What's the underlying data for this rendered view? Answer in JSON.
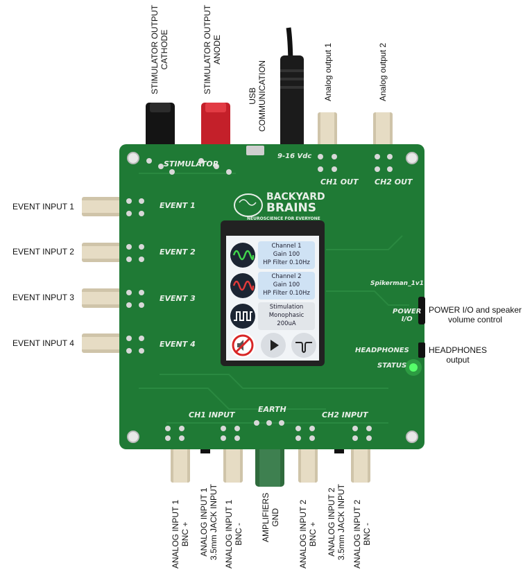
{
  "labels": {
    "stim_cathode": [
      "STIMULATOR OUTPUT",
      "CATHODE"
    ],
    "stim_anode": [
      "STIMULATOR OUTPUT",
      "ANODE"
    ],
    "usb": [
      "USB",
      "COMMUNICATION"
    ],
    "analog_out_1": "Analog output 1",
    "analog_out_2": "Analog output 2",
    "event_1": "EVENT INPUT 1",
    "event_2": "EVENT INPUT 2",
    "event_3": "EVENT INPUT 3",
    "event_4": "EVENT INPUT 4",
    "power": [
      "POWER I/O and speaker",
      "volume control"
    ],
    "headphones": [
      "HEADPHONES",
      "output"
    ],
    "ai1_bnc_plus": [
      "ANALOG INPUT 1",
      "BNC +"
    ],
    "ai1_jack": [
      "ANALOG INPUT 1",
      "3.5mm JACK INPUT"
    ],
    "ai1_bnc_minus": [
      "ANALOG INPUT 1",
      "BNC -"
    ],
    "amp_gnd": [
      "AMPLIFIERS",
      "GND"
    ],
    "ai2_bnc_plus": [
      "ANALOG INPUT 2",
      "BNC +"
    ],
    "ai2_jack": [
      "ANALOG INPUT 2",
      "3.5mm JACK INPUT"
    ],
    "ai2_bnc_minus": [
      "ANALOG INPUT 2",
      "BNC -"
    ]
  },
  "board": {
    "brand_top": "BACKYARD",
    "brand_bottom": "BRAINS",
    "tagline": "NEUROSCIENCE FOR EVERYONE",
    "stimulator": "STIMULATOR",
    "voltage": "9-16 Vdc",
    "ch1_out": "CH1 OUT",
    "ch2_out": "CH2 OUT",
    "event_1": "EVENT 1",
    "event_2": "EVENT 2",
    "event_3": "EVENT 3",
    "event_4": "EVENT 4",
    "model": "Spikerman_1v1",
    "power_io": [
      "POWER",
      "I/O"
    ],
    "headphones": "HEADPHONES",
    "status": "STATUS",
    "ch1_input": "CH1 INPUT",
    "ch2_input": "CH2 INPUT",
    "earth": "EARTH"
  },
  "screen": {
    "channel1": [
      "Channel 1",
      "Gain 100",
      "HP Filter 0.10Hz"
    ],
    "channel2": [
      "Channel 2",
      "Gain 100",
      "HP Filter 0.10Hz"
    ],
    "stimulation": [
      "Stimulation",
      "Monophasic",
      "200uA"
    ]
  },
  "colors": {
    "pcb": "#1f7a35",
    "ch1_wave": "#41d64c",
    "ch2_wave": "#e23a3a",
    "status_led": "#56ff6a"
  }
}
